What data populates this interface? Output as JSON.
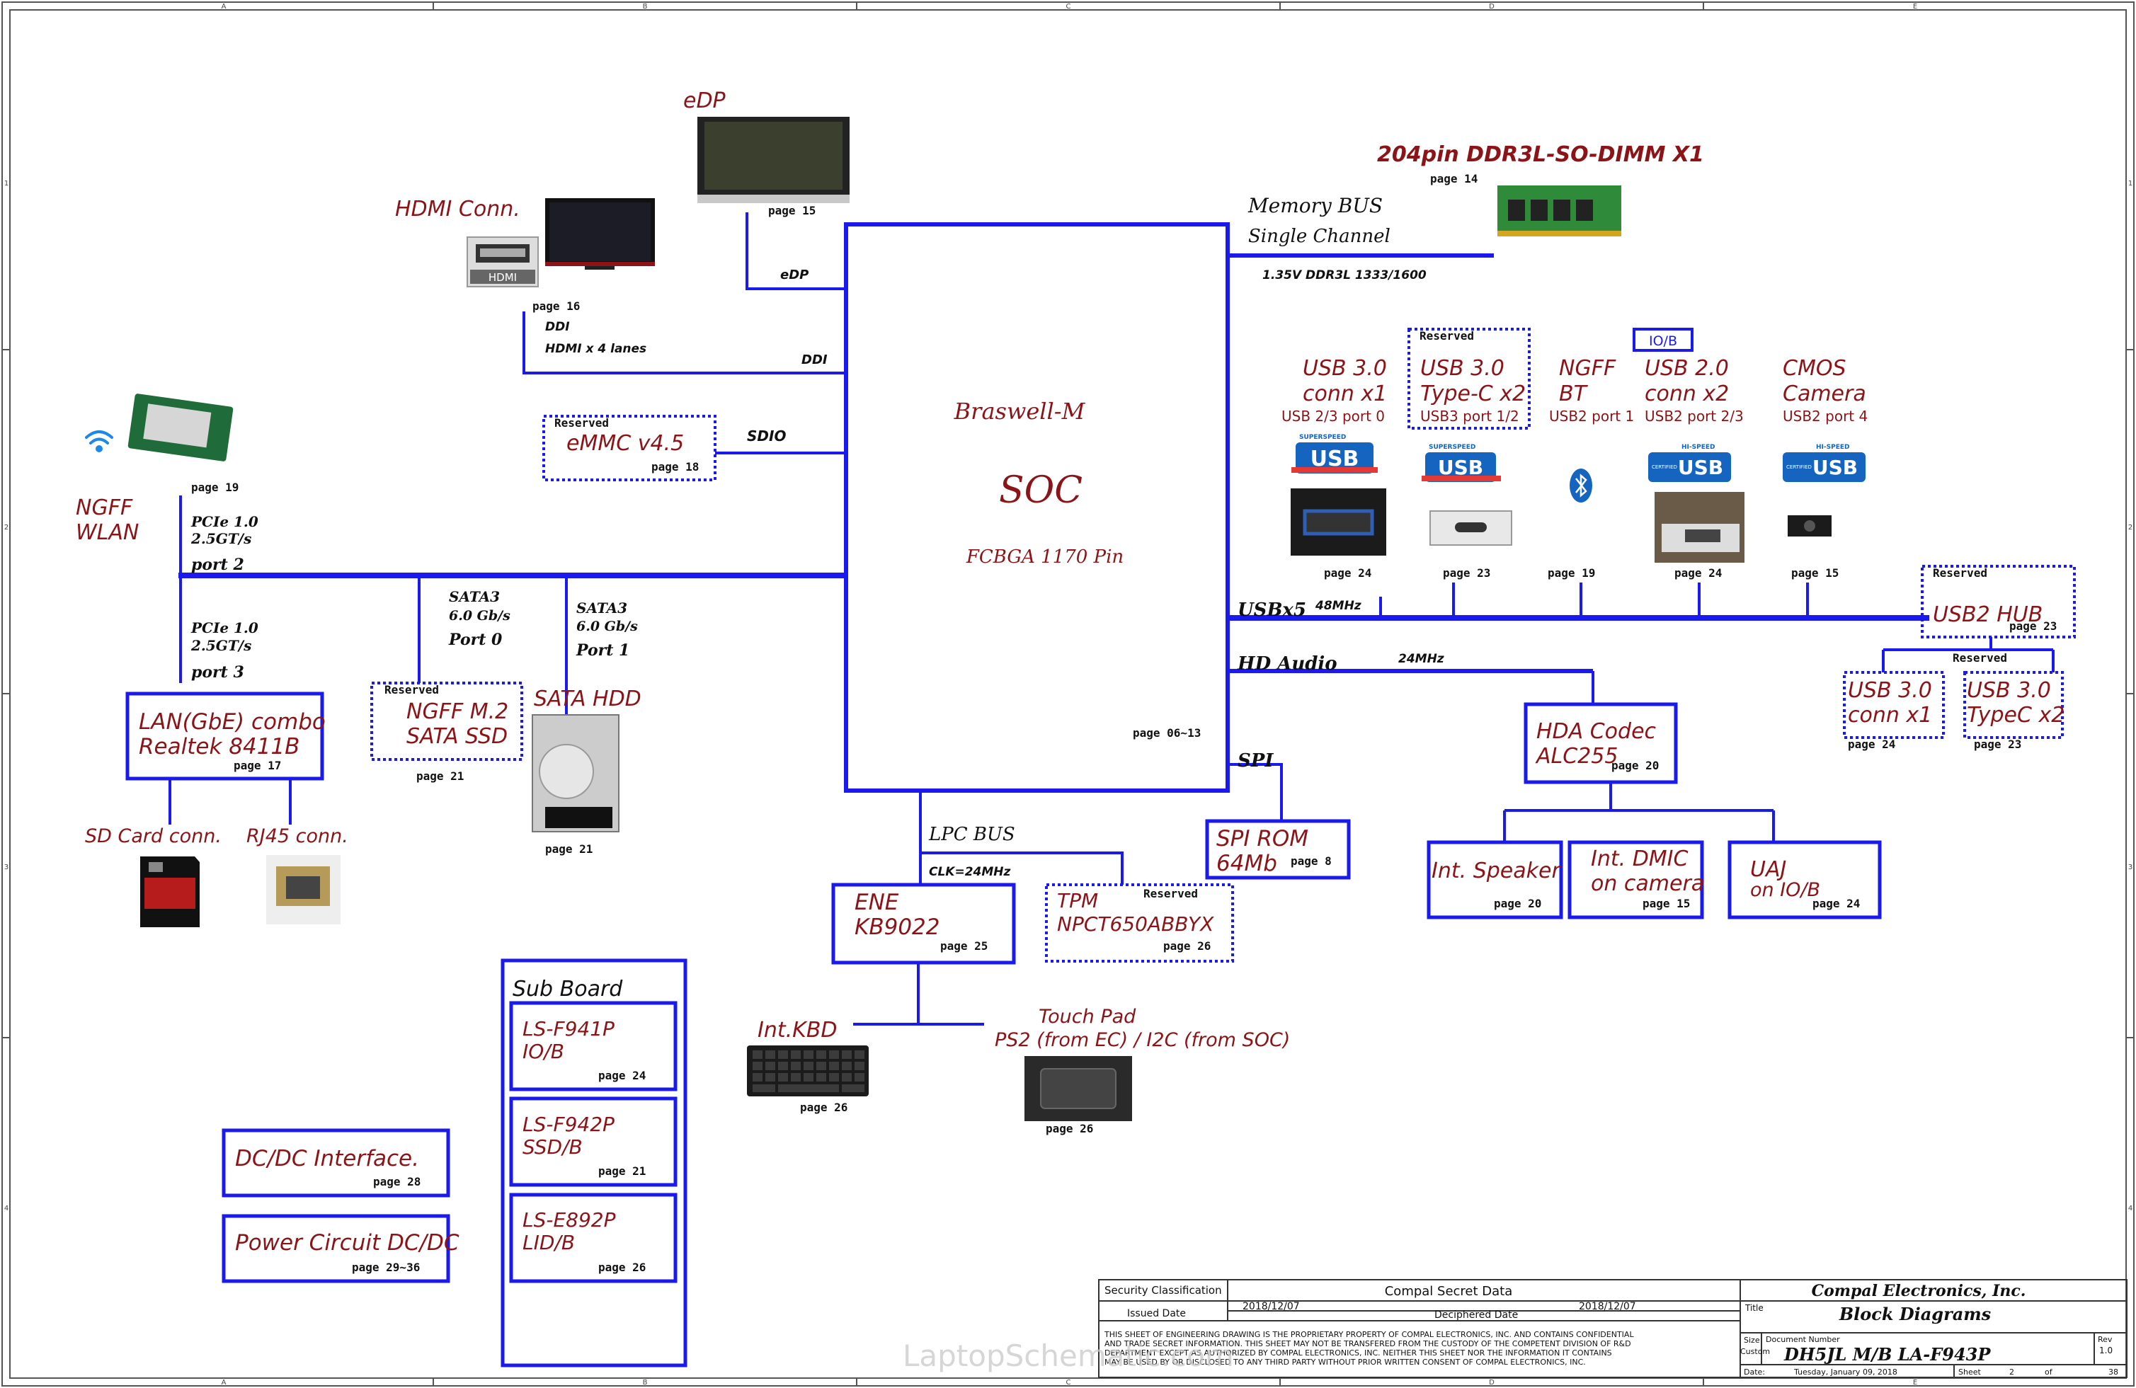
{
  "colors": {
    "bus": "#1a1aee",
    "box": "#1a1aee",
    "label": "#8b1418",
    "ink": "#111111",
    "reserved_border": "#1a1aee"
  },
  "soc": {
    "title": "Braswell-M",
    "subtitle": "SOC",
    "package": "FCBGA 1170 Pin",
    "page": "page 06~13"
  },
  "edp": {
    "title": "eDP",
    "page": "page 15",
    "bus": "eDP"
  },
  "hdmi": {
    "title": "HDMI Conn.",
    "page": "page 16",
    "note1": "DDI",
    "note2": "HDMI x 4 lanes",
    "bus": "DDI",
    "icon_label": "HDMI"
  },
  "memory": {
    "title": "204pin DDR3L-SO-DIMM X1",
    "page": "page 14",
    "bus1": "Memory BUS",
    "bus2": "Single Channel",
    "spec": "1.35V DDR3L 1333/1600"
  },
  "emmc": {
    "reserved": "Reserved",
    "title": "eMMC v4.5",
    "page": "page 18",
    "bus": "SDIO"
  },
  "wlan": {
    "title1": "NGFF",
    "title2": "WLAN",
    "page": "page 19",
    "bus1": "PCIe 1.0",
    "bus2": "2.5GT/s",
    "port": "port 2"
  },
  "lan": {
    "title1": "LAN(GbE) combo",
    "title2": "Realtek 8411B",
    "page": "page 17",
    "bus1": "PCIe 1.0",
    "bus2": "2.5GT/s",
    "port": "port 3"
  },
  "sdcard": {
    "title": "SD Card conn."
  },
  "rj45": {
    "title": "RJ45 conn."
  },
  "ssd": {
    "reserved": "Reserved",
    "title1": "NGFF M.2",
    "title2": "SATA SSD",
    "page": "page 21",
    "bus1": "SATA3",
    "bus2": "6.0 Gb/s",
    "port": "Port 0"
  },
  "hdd": {
    "title": "SATA HDD",
    "page": "page 21",
    "bus1": "SATA3",
    "bus2": "6.0 Gb/s",
    "port": "Port 1"
  },
  "usb_bus": {
    "label": "USBx5",
    "clock": "48MHz"
  },
  "usb_devices": [
    {
      "t1": "USB 3.0",
      "t2": "conn  x1",
      "t3": "USB 2/3 port 0",
      "page": "page 24",
      "tag": ""
    },
    {
      "t1": "USB 3.0",
      "t2": "Type-C  x2",
      "t3": "USB3 port 1/2",
      "page": "page 23",
      "tag": "Reserved"
    },
    {
      "t1": "NGFF",
      "t2": "BT",
      "t3": "USB2 port 1",
      "page": "page 19",
      "tag": ""
    },
    {
      "t1": "USB 2.0",
      "t2": "conn  x2",
      "t3": "USB2 port 2/3",
      "page": "page 24",
      "tag": "IO/B"
    },
    {
      "t1": "CMOS",
      "t2": "Camera",
      "t3": "USB2 port 4",
      "page": "page 15",
      "tag": ""
    }
  ],
  "usb_logo": {
    "top": "SUPERSPEED",
    "top2": "HI-SPEED",
    "word": "USB",
    "cert": "CERTIFIED"
  },
  "usb_hub": {
    "reserved": "Reserved",
    "title": "USB2 HUB",
    "page": "page 23"
  },
  "hub_children": {
    "reserved": "Reserved",
    "a": {
      "t1": "USB 3.0",
      "t2": "conn  x1",
      "page": "page 24"
    },
    "b": {
      "t1": "USB 3.0",
      "t2": "TypeC x2",
      "page": "page 23"
    }
  },
  "audio": {
    "bus": "HD Audio",
    "clock": "24MHz"
  },
  "codec": {
    "t1": "HDA Codec",
    "t2": "ALC255",
    "page": "page 20"
  },
  "speaker": {
    "title": "Int. Speaker",
    "page": "page 20"
  },
  "dmic": {
    "t1": "Int. DMIC",
    "t2": "on camera",
    "page": "page 15"
  },
  "uaj": {
    "t1": "UAJ",
    "t2": "on IO/B",
    "page": "page 24"
  },
  "spi": {
    "bus": "SPI",
    "t1": "SPI ROM",
    "t2": "64Mb",
    "page": "page 8"
  },
  "lpc": {
    "bus": "LPC BUS",
    "clock": "CLK=24MHz"
  },
  "ec": {
    "t1": "ENE",
    "t2": "KB9022",
    "page": "page 25"
  },
  "tpm": {
    "reserved": "Reserved",
    "t1": "TPM",
    "t2": "NPCT650ABBYX",
    "page": "page 26"
  },
  "kbd": {
    "title": "Int.KBD",
    "page": "page 26"
  },
  "touchpad": {
    "t1": "Touch Pad",
    "t2": "PS2 (from EC) / I2C (from SOC)",
    "page": "page 26"
  },
  "subboard": {
    "title": "Sub Board",
    "items": [
      {
        "t1": "LS-F941P",
        "t2": "IO/B",
        "page": "page 24"
      },
      {
        "t1": "LS-F942P",
        "t2": "SSD/B",
        "page": "page 21"
      },
      {
        "t1": "LS-E892P",
        "t2": "LID/B",
        "page": "page 26"
      }
    ]
  },
  "dcdc": {
    "title": "DC/DC Interface.",
    "page": "page 28"
  },
  "power": {
    "title": "Power Circuit DC/DC",
    "page": "page 29~36"
  },
  "titleblock": {
    "sec_class": "Security Classification",
    "secret": "Compal Secret Data",
    "issued_label": "Issued Date",
    "issued": "2018/12/07",
    "decipher_label": "Deciphered Date",
    "deciphered": "2018/12/07",
    "company": "Compal Electronics, Inc.",
    "title_label": "Title",
    "title": "Block Diagrams",
    "size_label": "Size",
    "custom_label": "Custom",
    "docnum_label": "Document Number",
    "docnum": "DH5JL M/B LA-F943P",
    "rev_label": "Rev",
    "rev": "1.0",
    "date_label": "Date:",
    "date": "Tuesday, January 09, 2018",
    "sheet_label": "Sheet",
    "sheet": "2",
    "of_label": "of",
    "sheets": "38",
    "notice1": "THIS SHEET OF ENGINEERING DRAWING IS THE PROPRIETARY PROPERTY OF COMPAL ELECTRONICS, INC. AND CONTAINS CONFIDENTIAL",
    "notice2": "AND TRADE SECRET INFORMATION. THIS SHEET MAY NOT BE TRANSFERED FROM THE CUSTODY OF THE COMPETENT DIVISION OF R&D",
    "notice3": "DEPARTMENT EXCEPT AS AUTHORIZED BY COMPAL ELECTRONICS, INC. NEITHER THIS SHEET NOR THE INFORMATION IT CONTAINS",
    "notice4": "MAY BE USED BY OR DISCLOSED TO ANY THIRD PARTY WITHOUT PRIOR WRITTEN CONSENT OF COMPAL ELECTRONICS, INC."
  },
  "watermark": "LaptopSchematic.com",
  "border": {
    "cols": [
      "A",
      "B",
      "C",
      "D",
      "E"
    ],
    "rows": [
      "1",
      "2",
      "3",
      "4"
    ]
  }
}
